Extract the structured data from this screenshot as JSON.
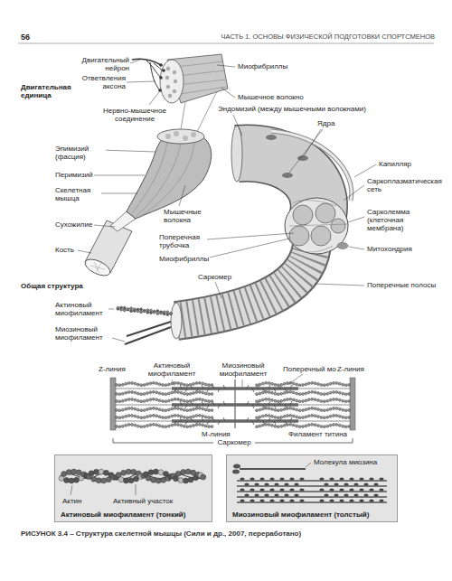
{
  "diagram": {
    "caption": "РИСУНОК 3.4 – Структура скелетной мышцы (Сили и др., 2007, переработано)",
    "nodes": [
      {
        "text": [
          "Актин",
          "Активный участок",
          "Актиновый миофиламент (тонкий)"
        ]
      },
      {
        "text": [
          "Молекула миозина",
          "Миозиновый миофиламент (толстый)"
        ]
      }
    ],
    "labels": [
      "56",
      "ЧАСТЬ 1. ОСНОВЫ ФИЗИЧЕСКОЙ ПОДГОТОВКИ СПОРТСМЕНОВ",
      "Двигательный нейрон",
      "Ответвления аксона",
      "Двигательная единица",
      "Миофибриллы",
      "Нервно-мышечное соединение",
      "Мышечное волокно",
      "Эндомизий (между мышечными волокнами)",
      "Ядра",
      "Эпимизий (фасция)",
      "Перимизий",
      "Скелетная мышца",
      "Капилляр",
      "Саркоплазматическая сеть",
      "Сухожилие",
      "Мышечные волокна",
      "Сарколемма (клеточная мембрана)",
      "Кость",
      "Поперечная трубочка",
      "Миофибриллы",
      "Митохондрия",
      "Общая структура",
      "Саркомер",
      "Поперечные полосы",
      "Актиновый миофиламент",
      "Миозиновый миофиламент",
      "Z-линия",
      "Актиновый миофиламент",
      "Миозиновый миофиламент",
      "Поперечный мостик",
      "Z-линия",
      "М-линия",
      "Филамент титина",
      "Саркомер"
    ]
  }
}
